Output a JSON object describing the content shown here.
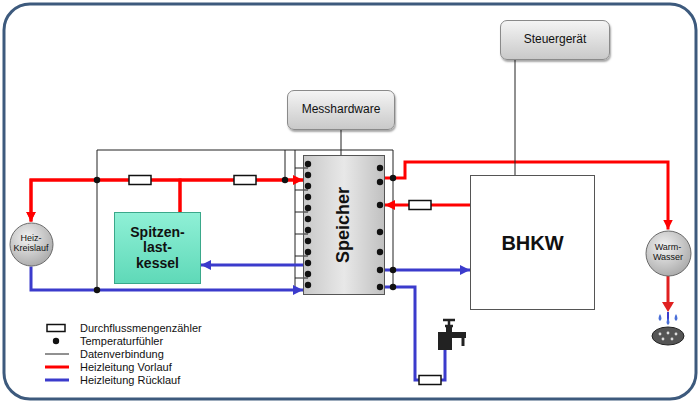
{
  "diagram": {
    "nodes": [
      {
        "text": [
          "Steuergerät"
        ]
      },
      {
        "text": [
          "Messhardware"
        ]
      },
      {
        "text": [
          "Heiz- Kreislauf"
        ]
      },
      {
        "text": [
          "Spitzen- last- kessel"
        ]
      },
      {
        "text": [
          "Speicher"
        ]
      },
      {
        "text": [
          "BHKW"
        ]
      },
      {
        "text": [
          "Warm- Wasser"
        ]
      }
    ],
    "edges": [
      {
        "from": 4,
        "to": 2,
        "arrow": "to"
      },
      {
        "from": 3,
        "to": 2,
        "arrow": "to"
      },
      {
        "from": 3,
        "to": 4,
        "arrow": "to"
      },
      {
        "from": 2,
        "to": 4,
        "arrow": "to"
      },
      {
        "from": 4,
        "to": 3,
        "arrow": "to"
      },
      {
        "from": 5,
        "to": 4,
        "arrow": "to"
      },
      {
        "from": 4,
        "to": 5,
        "arrow": "to"
      },
      {
        "from": 4,
        "to": 6,
        "arrow": "to"
      },
      {
        "from": 1,
        "to": 4,
        "arrow": "none"
      },
      {
        "from": 0,
        "to": 5,
        "arrow": "none"
      }
    ],
    "legend": [
      {
        "text": "Durchflussmengenzähler"
      },
      {
        "text": "Temperaturfühler"
      },
      {
        "text": "Datenverbindung"
      },
      {
        "text": "Heizleitung Vorlauf"
      },
      {
        "text": "Heizleitung Rücklauf"
      }
    ]
  }
}
